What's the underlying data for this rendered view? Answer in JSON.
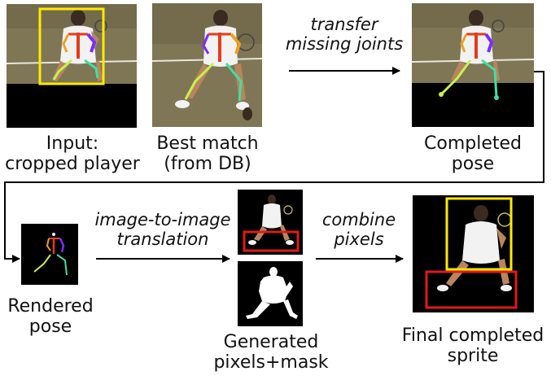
{
  "figure": {
    "panels": {
      "input": {
        "lines": [
          "Input:",
          "cropped player"
        ]
      },
      "match": {
        "lines": [
          "Best match",
          "(from DB)"
        ]
      },
      "completed": {
        "lines": [
          "Completed",
          "pose"
        ]
      },
      "rendered": {
        "lines": [
          "Rendered",
          "pose"
        ]
      },
      "generated": {
        "lines": [
          "Generated",
          "pixels+mask"
        ]
      },
      "final": {
        "lines": [
          "Final completed",
          "sprite"
        ]
      }
    },
    "steps": {
      "transfer": {
        "lines": [
          "transfer",
          "missing joints"
        ]
      },
      "translation": {
        "lines": [
          "image-to-image",
          "translation"
        ]
      },
      "combine": {
        "lines": [
          "combine",
          "pixels"
        ]
      }
    }
  },
  "colors": {
    "court": "#7f7655",
    "court_dark": "#6b6346",
    "court_line": "#e8e6df",
    "background": "#000000",
    "crop_box": "#ffea00",
    "feet_box": "#e01a1a",
    "arrow": "#000000",
    "skeleton_left_arm": "#7a2cff",
    "skeleton_right_arm": "#f0a020",
    "skeleton_torso": "#e83a1a",
    "skeleton_left_leg": "#3fe0a0",
    "skeleton_right_leg": "#c8f050",
    "player_shirt": "#f2f2f2",
    "player_skin": "#b88560"
  }
}
